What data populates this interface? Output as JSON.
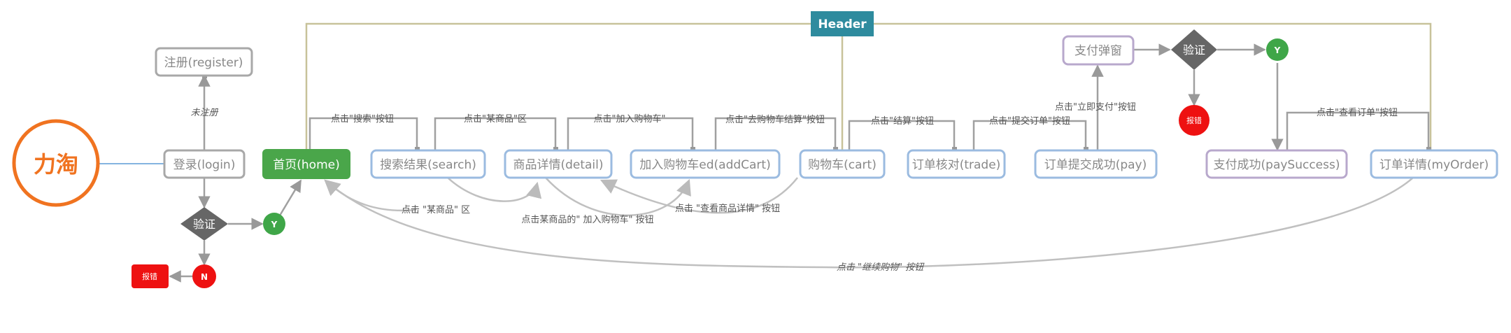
{
  "logo": {
    "text": "力淘"
  },
  "header_node": {
    "label": "Header"
  },
  "nodes": {
    "register": "注册(register)",
    "login": "登录(login)",
    "home": "首页(home)",
    "search": "搜索结果(search)",
    "detail": "商品详情(detail)",
    "add_cart": "加入购物车ed(addCart)",
    "cart": "购物车(cart)",
    "trade": "订单核对(trade)",
    "pay": "订单提交成功(pay)",
    "pay_popup": "支付弹窗",
    "pay_success": "支付成功(paySuccess)",
    "my_order": "订单详情(myOrder)"
  },
  "decisions": {
    "login_verify": "验证",
    "pay_verify": "验证"
  },
  "circles": {
    "login_yes": "Y",
    "login_no": "N",
    "pay_yes": "Y",
    "pay_error": "报错"
  },
  "error_box": {
    "label": "报错"
  },
  "edge_labels": {
    "unregistered": "未注册",
    "click_search": "点击\"搜索\"按钮",
    "click_product_area": "点击\"某商品\"区",
    "click_add_cart": "点击\"加入购物车\"",
    "click_go_cart": "点击\"去购物车结算\"按钮",
    "click_settle": "点击\"结算\"按钮",
    "click_submit_order": "点击\"提交订单\"按钮",
    "click_pay_now": "点击\"立即支付\"按钮",
    "click_view_order": "点击\"查看订单\"按钮",
    "click_product_back": "点击 \"某商品\" 区",
    "click_product_add_cart": "点击某商品的\" 加入购物车\" 按钮",
    "click_view_detail": "点击 \"查看商品详情\" 按钮",
    "click_continue_shopping": "点击 \"继续购物\" 按钮"
  },
  "colors": {
    "logo_orange": "#f07320",
    "home_green": "#4aa64a",
    "header_teal": "#2e8b9e",
    "blue_border": "#9bbbe0",
    "purple_border": "#b8a8cc",
    "gray_border": "#a8a8a8",
    "decision_gray": "#666666",
    "yes_green": "#3fa648",
    "error_red": "#ee1111",
    "edge_gray": "#a0a0a0",
    "header_line": "#c8c29a"
  }
}
